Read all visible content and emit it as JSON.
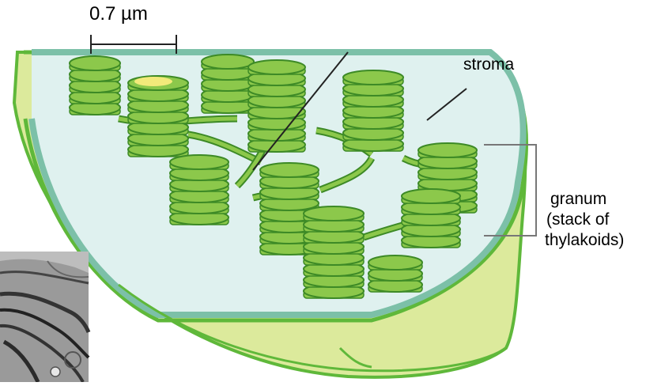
{
  "labels": {
    "scale": "0.7 µm",
    "stroma": "stroma",
    "granum_lines": [
      "granum",
      "(stack of",
      "thylakoids)"
    ]
  },
  "colors": {
    "outer_membrane": "#5fb83a",
    "envelope_fill": "#dcea9c",
    "inner_membrane": "#7cc0a8",
    "stroma_fill": "#dff1ef",
    "thylakoid_fill": "#8cc84b",
    "thylakoid_stroke": "#3d8a26",
    "lumen_highlight": "#f2ea7a",
    "pointer_line": "#222222",
    "bracket": "#777777"
  }
}
